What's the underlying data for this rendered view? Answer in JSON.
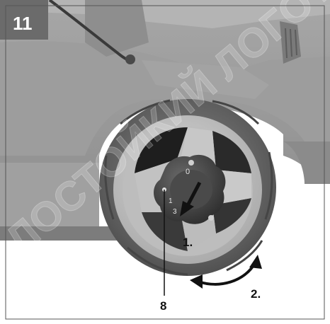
{
  "figure": {
    "step_number": "11",
    "callouts": {
      "part_label": "8",
      "action_1": "1.",
      "action_2": "2."
    },
    "dial_marks": {
      "top": "0",
      "side": "1",
      "lower": "3"
    }
  },
  "watermark": {
    "text": "МАЛОСТОЙКИЙ ЛОГОТИП"
  },
  "colors": {
    "body_gray": "#9a9a9a",
    "tire_dark": "#5d5d5d",
    "rim_light": "#c9c9c9",
    "knob_dark": "#3e3e3e",
    "badge_bg": "#6b6b6b",
    "border": "#555555"
  }
}
